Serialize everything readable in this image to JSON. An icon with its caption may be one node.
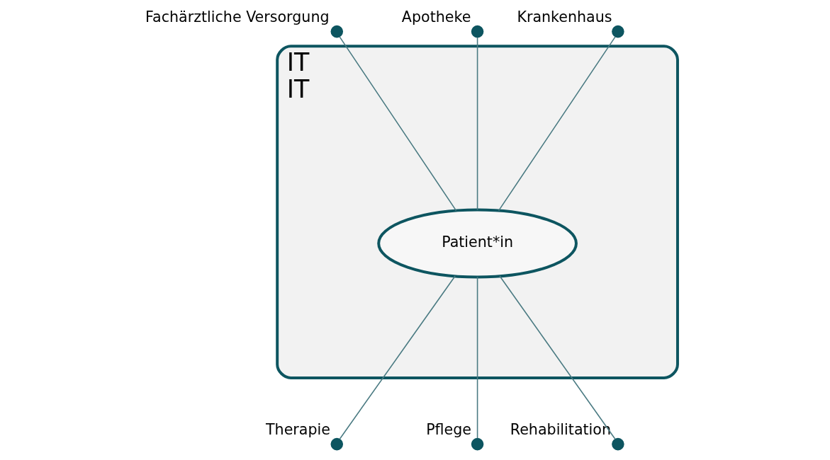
{
  "diagram": {
    "nodes": [
      {
        "text": [
          "IT",
          "IT"
        ]
      },
      {
        "text": [
          "Patient*in"
        ],
        "in": 0
      },
      {
        "text": [],
        "shape": "circle",
        "beside": [
          "Apotheke"
        ]
      },
      {
        "text": [],
        "shape": "circle",
        "beside": [
          "Fachärztliche Versorgung"
        ]
      },
      {
        "text": [],
        "shape": "circle",
        "beside": [
          "Krankenhaus"
        ]
      },
      {
        "text": [],
        "shape": "circle",
        "beside": [
          "Therapie"
        ]
      },
      {
        "text": [],
        "shape": "circle",
        "beside": [
          "Pflege"
        ]
      },
      {
        "text": [],
        "shape": "circle",
        "beside": [
          "Rehabilitation"
        ]
      }
    ],
    "edges": [
      {
        "from": 2,
        "to": 1,
        "arrow": "none"
      },
      {
        "from": 3,
        "to": 1,
        "arrow": "none"
      },
      {
        "from": 4,
        "to": 1,
        "arrow": "none"
      },
      {
        "from": 1,
        "to": 5,
        "arrow": "none"
      },
      {
        "from": 1,
        "to": 6,
        "arrow": "none"
      },
      {
        "from": 1,
        "to": 7,
        "arrow": "none"
      }
    ]
  }
}
